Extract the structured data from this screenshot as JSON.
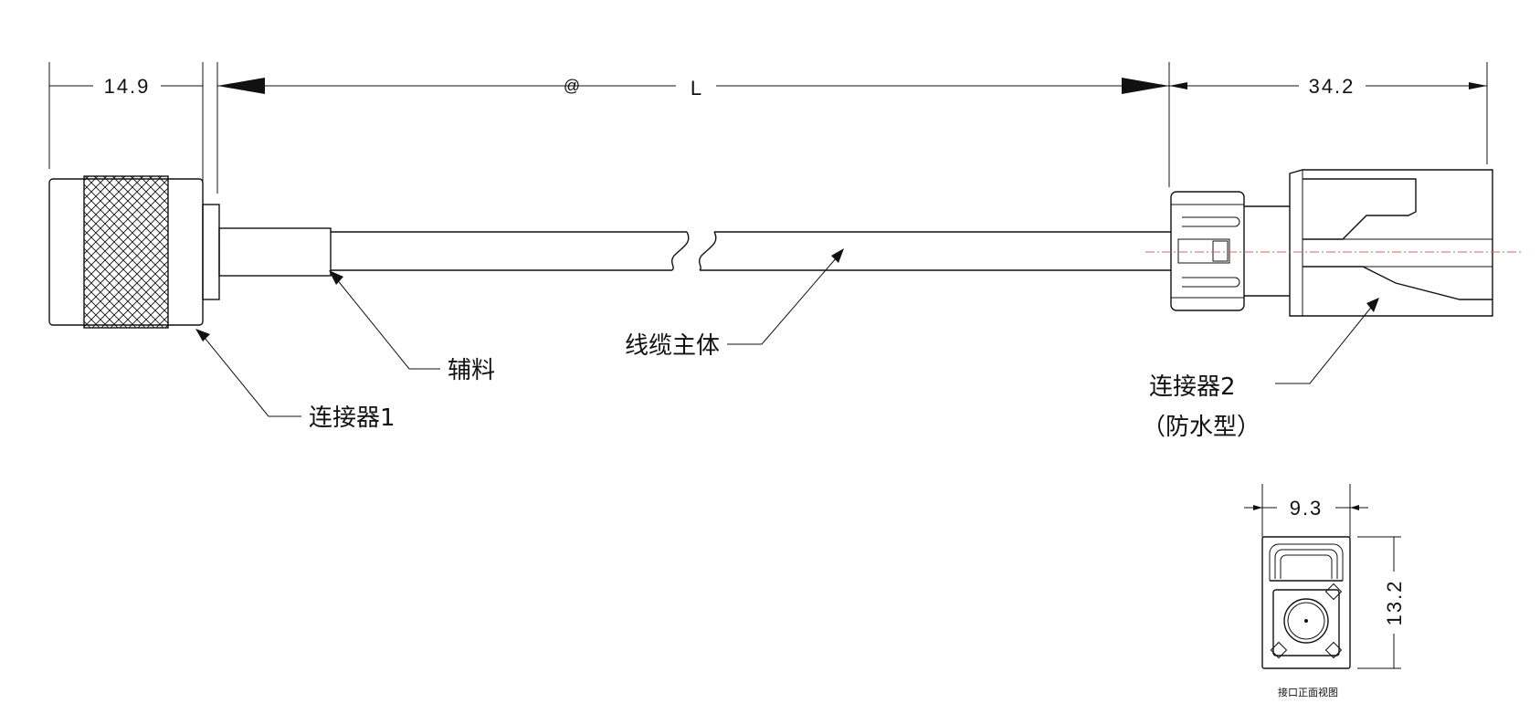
{
  "dimensions": {
    "connector1_length": "14.9",
    "cable_length": "L",
    "cable_marker": "@",
    "connector2_length": "34.2",
    "face_width": "9.3",
    "face_height": "13.2"
  },
  "labels": {
    "connector1": "连接器1",
    "accessory": "辅料",
    "cable_body": "线缆主体",
    "connector2_line1": "连接器2",
    "connector2_line2": "（防水型）",
    "face_view": "接口正面视图"
  },
  "colors": {
    "line": "#111111",
    "centerline": "#e06060",
    "background": "#ffffff"
  }
}
